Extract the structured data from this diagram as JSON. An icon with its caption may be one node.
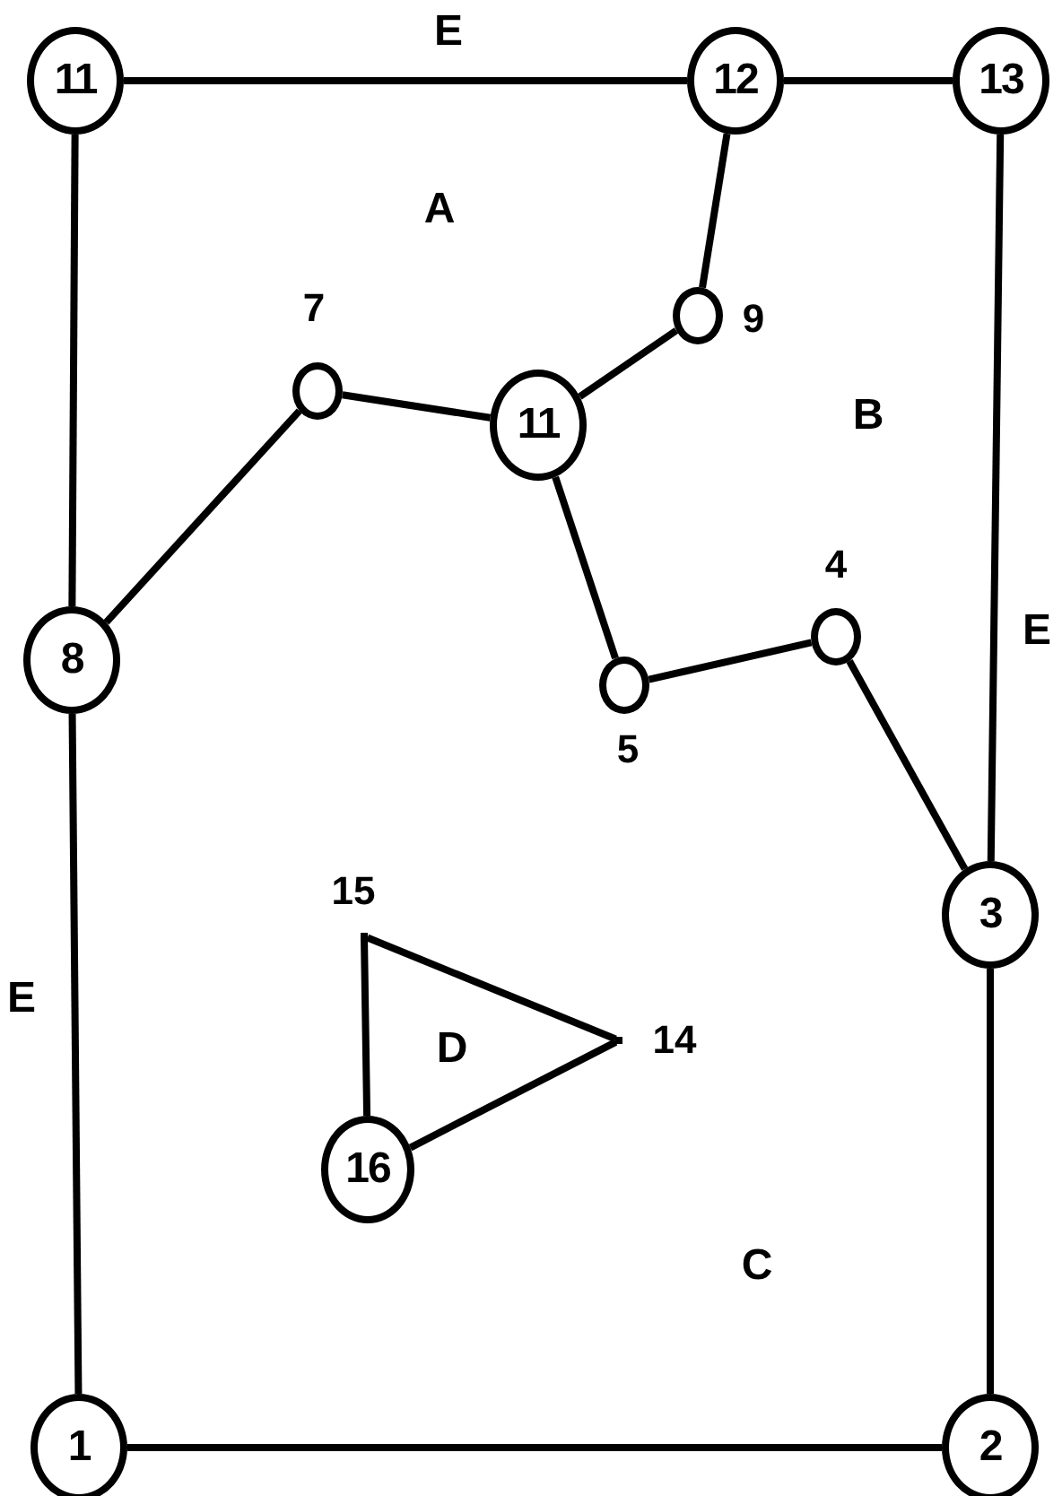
{
  "diagram": {
    "nodes": [
      {
        "text": [
          "11"
        ]
      },
      {
        "text": [
          "12"
        ]
      },
      {
        "text": [
          "13"
        ]
      },
      {
        "text": [],
        "shape": "circle",
        "beside": [
          "9"
        ]
      },
      {
        "text": [],
        "shape": "circle",
        "beside": [
          "7"
        ]
      },
      {
        "text": [
          "11"
        ]
      },
      {
        "text": [],
        "shape": "circle",
        "beside": [
          "4"
        ]
      },
      {
        "text": [
          "8"
        ]
      },
      {
        "text": [],
        "shape": "circle",
        "beside": [
          "5"
        ]
      },
      {
        "text": [
          "3"
        ]
      },
      {
        "text": [],
        "shape": "point",
        "beside": [
          "15"
        ]
      },
      {
        "text": [],
        "shape": "point",
        "beside": [
          "14"
        ]
      },
      {
        "text": [
          "16"
        ]
      },
      {
        "text": [
          "1"
        ]
      },
      {
        "text": [
          "2"
        ]
      }
    ],
    "edges": [
      {
        "from": 0,
        "to": 1,
        "arrow": "none"
      },
      {
        "from": 1,
        "to": 2,
        "arrow": "none"
      },
      {
        "from": 0,
        "to": 7,
        "arrow": "none"
      },
      {
        "from": 2,
        "to": 9,
        "arrow": "none"
      },
      {
        "from": 1,
        "to": 3,
        "arrow": "none"
      },
      {
        "from": 3,
        "to": 5,
        "arrow": "none"
      },
      {
        "from": 5,
        "to": 4,
        "arrow": "none"
      },
      {
        "from": 4,
        "to": 7,
        "arrow": "none"
      },
      {
        "from": 5,
        "to": 8,
        "arrow": "none"
      },
      {
        "from": 8,
        "to": 6,
        "arrow": "none"
      },
      {
        "from": 6,
        "to": 9,
        "arrow": "none"
      },
      {
        "from": 7,
        "to": 13,
        "arrow": "none"
      },
      {
        "from": 9,
        "to": 14,
        "arrow": "none"
      },
      {
        "from": 13,
        "to": 14,
        "arrow": "none"
      },
      {
        "from": 10,
        "to": 11,
        "arrow": "none"
      },
      {
        "from": 11,
        "to": 12,
        "arrow": "none"
      },
      {
        "from": 12,
        "to": 10,
        "arrow": "none"
      }
    ],
    "labels": [
      "E",
      "A",
      "B",
      "E",
      "E",
      "D",
      "C"
    ]
  }
}
